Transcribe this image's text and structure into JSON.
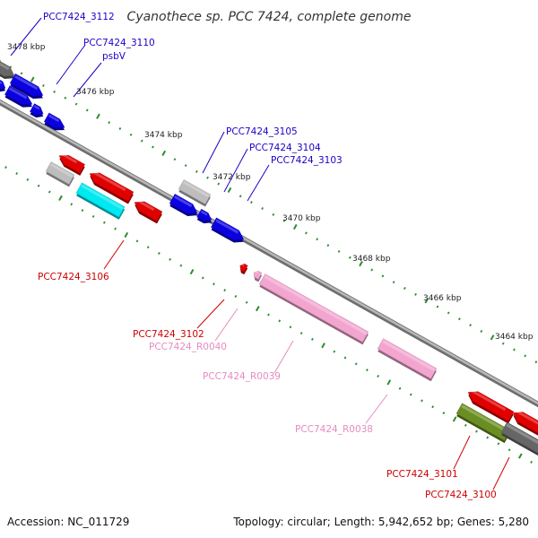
{
  "title": "Cyanothece sp. PCC 7424, complete genome",
  "footer": {
    "accession": "Accession: NC_011729",
    "summary": "Topology: circular; Length: 5,942,652 bp; Genes: 5,280"
  },
  "colors": {
    "backbone": "#8a8a8a",
    "tick_green": "#2e8b2e",
    "blue_gene": "#0a00e0",
    "red_gene": "#e00000",
    "pink_gene": "#f2a6cf",
    "gray_gene": "#bdbdbd",
    "dark_gray_gene": "#666666",
    "cyan_gene": "#00e8f0",
    "olive_gene": "#6b8e23",
    "blue_label": "#1a00c8",
    "red_label": "#cc0000",
    "pink_label": "#e58cc0"
  },
  "kbp_labels": [
    "3478 kbp",
    "3476 kbp",
    "3474 kbp",
    "3472 kbp",
    "3470 kbp",
    "3468 kbp",
    "3466 kbp",
    "3464 kbp"
  ],
  "labels": {
    "pcc7424_3112": "PCC7424_3112",
    "pcc7424_3110": "PCC7424_3110",
    "psbv": "psbV",
    "pcc7424_3105": "PCC7424_3105",
    "pcc7424_3104": "PCC7424_3104",
    "pcc7424_3103": "PCC7424_3103",
    "pcc7424_3106": "PCC7424_3106",
    "pcc7424_3102": "PCC7424_3102",
    "pcc7424_r0040": "PCC7424_R0040",
    "pcc7424_r0039": "PCC7424_R0039",
    "pcc7424_r0038": "PCC7424_R0038",
    "pcc7424_3101": "PCC7424_3101",
    "pcc7424_3100": "PCC7424_3100"
  }
}
